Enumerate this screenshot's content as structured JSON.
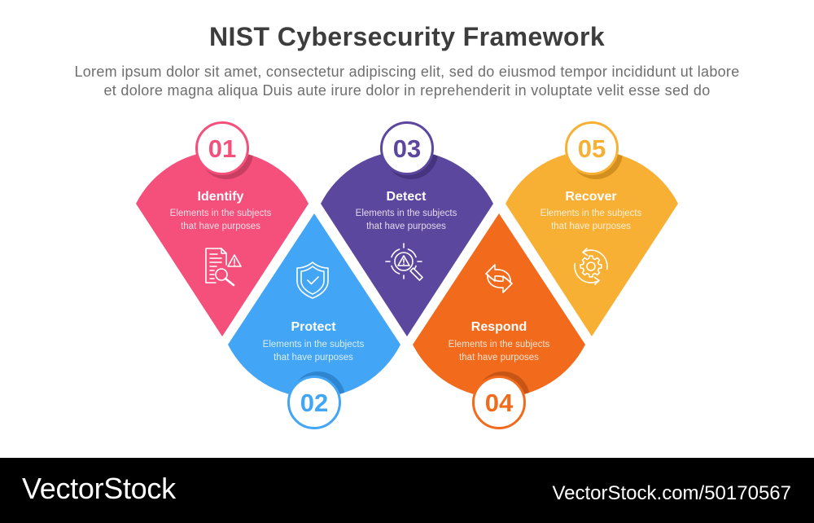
{
  "header": {
    "title": "NIST Cybersecurity Framework",
    "subtitle_lines": [
      "Lorem ipsum dolor sit amet, consectetur adipiscing elit, sed do eiusmod tempor incididunt ut labore",
      "et dolore magna aliqua Duis aute irure dolor in reprehenderit in voluptate velit esse sed do"
    ]
  },
  "steps": [
    {
      "number": "01",
      "title": "Identify",
      "description_lines": [
        "Elements in the subjects",
        "that have purposes"
      ],
      "icon": "document-search-warning-icon",
      "color": "#F4507B",
      "shadow_color": "#C93E63"
    },
    {
      "number": "02",
      "title": "Protect",
      "description_lines": [
        "Elements in the subjects",
        "that have purposes"
      ],
      "icon": "shield-check-icon",
      "color": "#42A5F5",
      "shadow_color": "#2F86D0"
    },
    {
      "number": "03",
      "title": "Detect",
      "description_lines": [
        "Elements in the subjects",
        "that have purposes"
      ],
      "icon": "target-warning-magnifier-icon",
      "color": "#5B479E",
      "shadow_color": "#45347E"
    },
    {
      "number": "04",
      "title": "Respond",
      "description_lines": [
        "Elements in the subjects",
        "that have purposes"
      ],
      "icon": "sync-arrows-icon",
      "color": "#F26B1D",
      "shadow_color": "#C75515"
    },
    {
      "number": "05",
      "title": "Recover",
      "description_lines": [
        "Elements in the subjects",
        "that have purposes"
      ],
      "icon": "gear-cycle-icon",
      "color": "#F8B034",
      "shadow_color": "#D38F1F"
    }
  ],
  "footer": {
    "brand": "VectorStock",
    "url_text": "VectorStock.com/50170567",
    "background": "#000000"
  }
}
